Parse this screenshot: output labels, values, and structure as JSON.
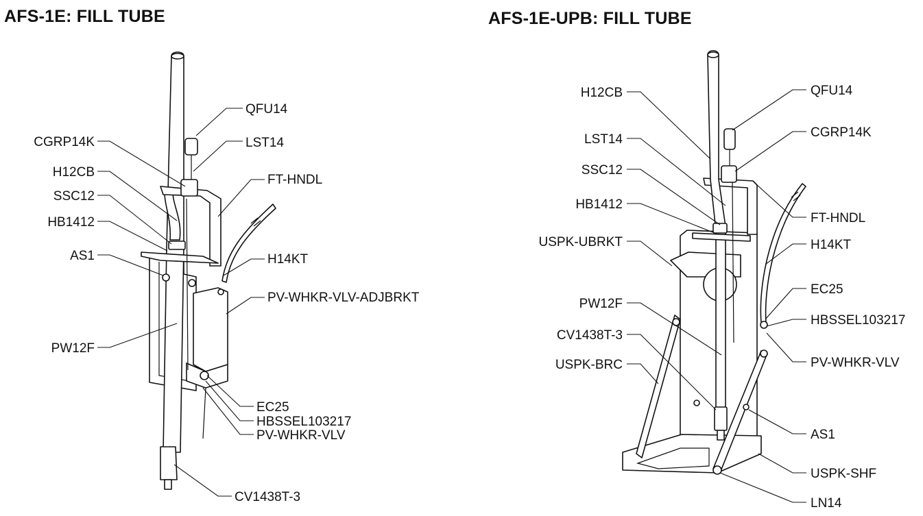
{
  "titles": {
    "left": "AFS-1E: FILL TUBE",
    "right": "AFS-1E-UPB: FILL TUBE"
  },
  "left_labels": {
    "qfu14": "QFU14",
    "cgrp14k": "CGRP14K",
    "lst14": "LST14",
    "h12cb": "H12CB",
    "ft_hndl": "FT-HNDL",
    "ssc12": "SSC12",
    "hb1412": "HB1412",
    "as1": "AS1",
    "h14kt": "H14KT",
    "pv_adjbrkt": "PV-WHKR-VLV-ADJBRKT",
    "pw12f": "PW12F",
    "ec25": "EC25",
    "hbssel": "HBSSEL103217",
    "pv_vlv": "PV-WHKR-VLV",
    "cv1438t3": "CV1438T-3"
  },
  "right_labels": {
    "qfu14": "QFU14",
    "h12cb": "H12CB",
    "cgrp14k": "CGRP14K",
    "lst14": "LST14",
    "ssc12": "SSC12",
    "hb1412": "HB1412",
    "ft_hndl": "FT-HNDL",
    "uspk_ubrkt": "USPK-UBRKT",
    "h14kt": "H14KT",
    "ec25": "EC25",
    "pw12f": "PW12F",
    "hbssel": "HBSSEL103217",
    "cv1438t3": "CV1438T-3",
    "pv_vlv": "PV-WHKR-VLV",
    "uspk_brc": "USPK-BRC",
    "as1": "AS1",
    "uspk_shf": "USPK-SHF",
    "ln14": "LN14"
  }
}
